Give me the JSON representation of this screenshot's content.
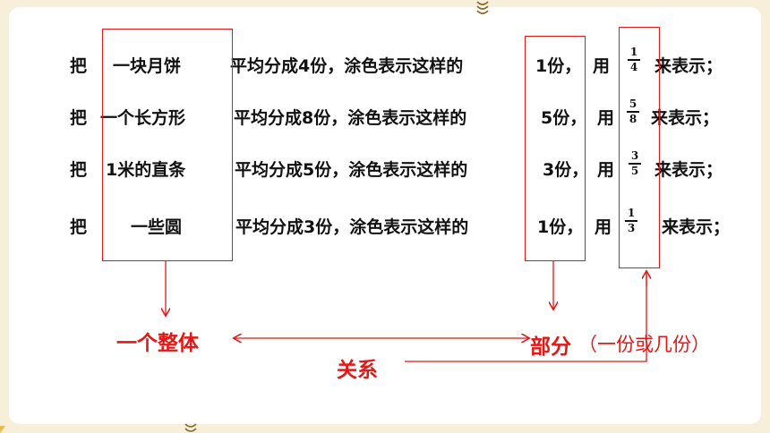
{
  "rows": [
    {
      "ba": "把",
      "whole": "一块月饼",
      "divide": "平均分成4份，涂色表示这样的",
      "part": "1份，",
      "use": "用",
      "num": "1",
      "den": "4",
      "tail": "来表示；"
    },
    {
      "ba": "把",
      "whole": "一个长方形",
      "divide": "平均分成8份，涂色表示这样的",
      "part": "5份，",
      "use": "用",
      "num": "5",
      "den": "8",
      "tail": "来表示；"
    },
    {
      "ba": "把",
      "whole": "1米的直条",
      "divide": "平均分成5份，涂色表示这样的",
      "part": "3份，",
      "use": "用",
      "num": "3",
      "den": "5",
      "tail": "来表示；"
    },
    {
      "ba": "把",
      "whole": "一些圆",
      "divide": "平均分成3份，涂色表示这样的",
      "part": "1份，",
      "use": "用",
      "num": "1",
      "den": "3",
      "tail": "来表示；"
    }
  ],
  "labels": {
    "whole": "一个整体",
    "part": "部分",
    "part_note": "（一份或几份）",
    "relation": "关系"
  },
  "colors": {
    "accent": "#e01818",
    "background": "#f7efd9"
  }
}
